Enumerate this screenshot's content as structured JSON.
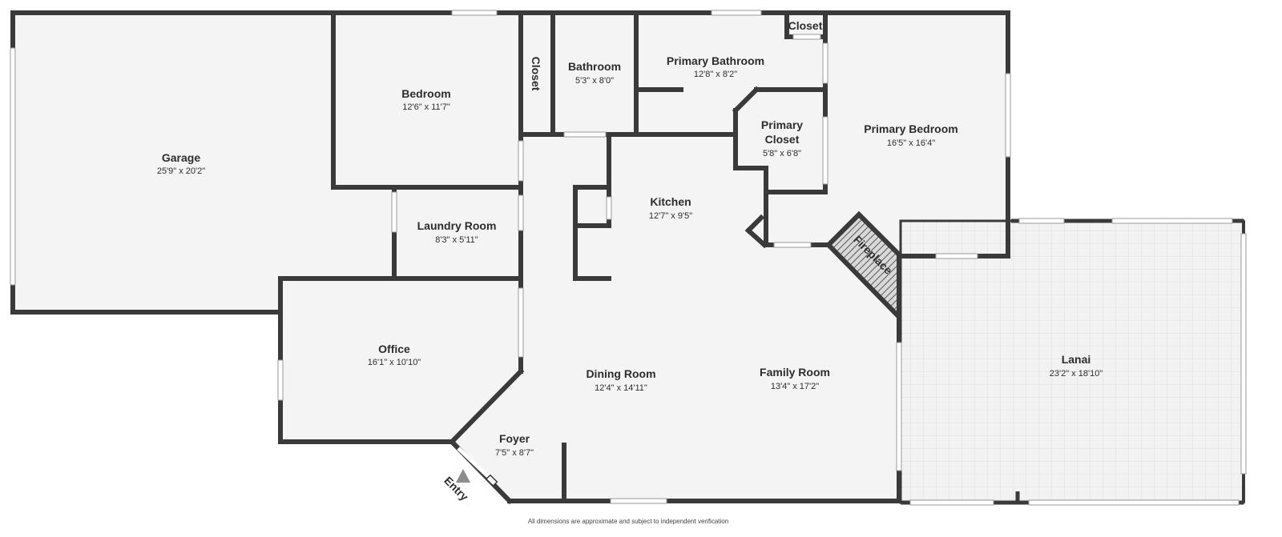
{
  "colors": {
    "floor": "#f4f4f4",
    "wall": "#3a3a3a",
    "window": "#ffffff",
    "lanai_tile": "#e3e3e3",
    "text": "#2d2d2d"
  },
  "rooms": {
    "garage": {
      "name": "Garage",
      "dim": "25'9\" x 20'2\""
    },
    "bedroom": {
      "name": "Bedroom",
      "dim": "12'6\" x 11'7\""
    },
    "closet1": {
      "name": "Closet"
    },
    "bathroom": {
      "name": "Bathroom",
      "dim": "5'3\" x 8'0\""
    },
    "primary_bathroom": {
      "name": "Primary Bathroom",
      "dim": "12'8\" x 8'2\""
    },
    "closet2": {
      "name": "Closet"
    },
    "primary_closet": {
      "name_line1": "Primary",
      "name_line2": "Closet",
      "dim": "5'8\" x 6'8\""
    },
    "primary_bedroom": {
      "name": "Primary Bedroom",
      "dim": "16'5\" x 16'4\""
    },
    "laundry": {
      "name": "Laundry Room",
      "dim": "8'3\" x 5'11\""
    },
    "kitchen": {
      "name": "Kitchen",
      "dim": "12'7\" x 9'5\""
    },
    "office": {
      "name": "Office",
      "dim": "16'1\" x 10'10\""
    },
    "dining": {
      "name": "Dining Room",
      "dim": "12'4\" x 14'11\""
    },
    "family": {
      "name": "Family Room",
      "dim": "13'4\" x 17'2\""
    },
    "foyer": {
      "name": "Foyer",
      "dim": "7'5\" x 8'7\""
    },
    "lanai": {
      "name": "Lanai",
      "dim": "23'2\" x 18'10\""
    },
    "fireplace": {
      "name": "Fireplace"
    }
  },
  "entry_label": "Entry",
  "disclaimer": "All dimensions are approximate and subject to independent verification"
}
